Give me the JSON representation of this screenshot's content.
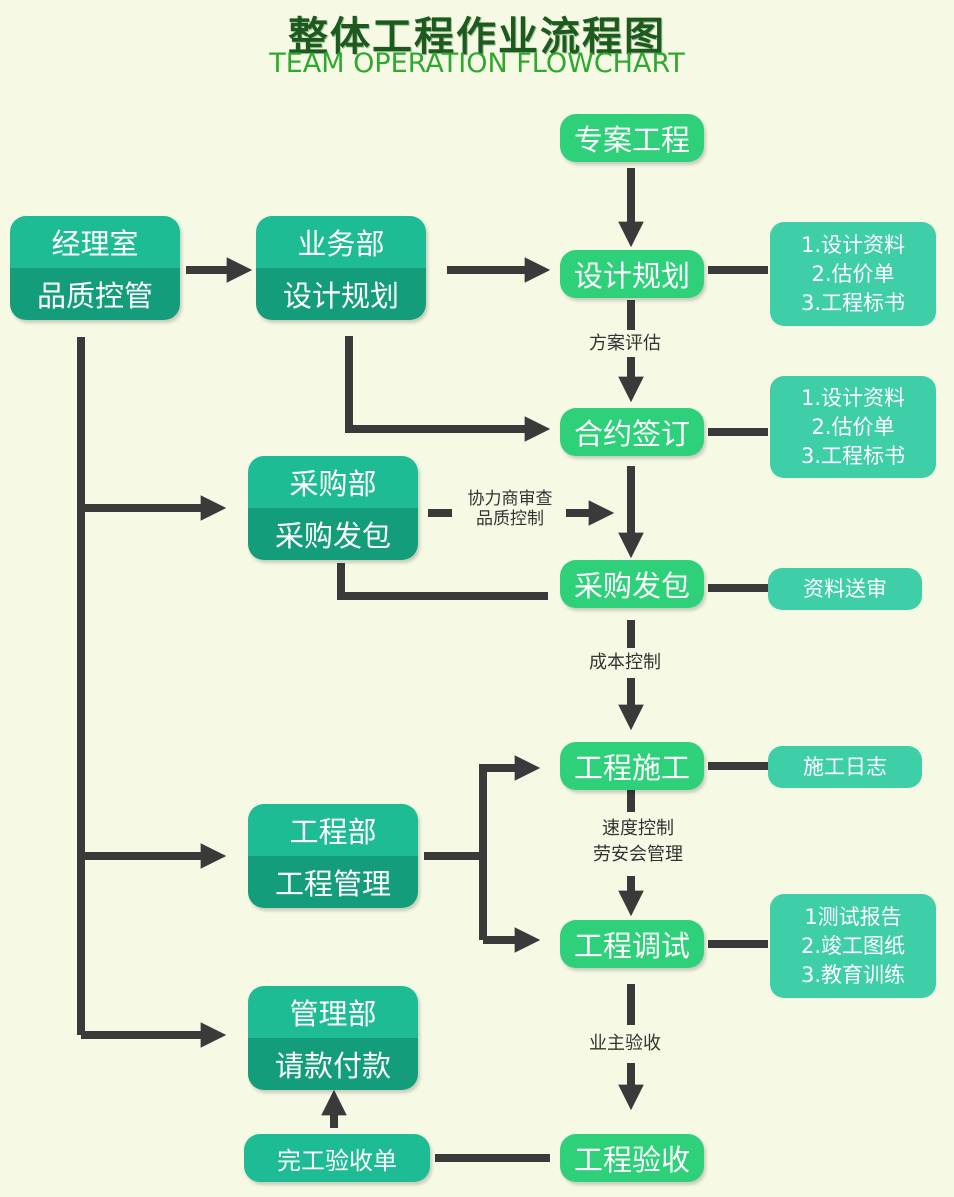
{
  "header": {
    "title": "整体工程作业流程图",
    "subtitle": "TEAM OPERATION FLOWCHART"
  },
  "departments": {
    "manager": {
      "line1": "经理室",
      "line2": "品质控管"
    },
    "business": {
      "line1": "业务部",
      "line2": "设计规划"
    },
    "purchase": {
      "line1": "采购部",
      "line2": "采购发包"
    },
    "engineering": {
      "line1": "工程部",
      "line2": "工程管理"
    },
    "management": {
      "line1": "管理部",
      "line2": "请款付款"
    }
  },
  "steps": {
    "special": "专案工程",
    "design": "设计规划",
    "contract": "合约签订",
    "procure": "采购发包",
    "construct": "工程施工",
    "debug": "工程调试",
    "accept": "工程验收",
    "completion_form": "完工验收单"
  },
  "labels": {
    "evaluate": "方案评估",
    "supplier_review": "协力商审查",
    "quality_control": "品质控制",
    "cost_control": "成本控制",
    "speed_control": "速度控制",
    "safety_management": "劳安会管理",
    "owner_acceptance": "业主验收"
  },
  "info": {
    "design_docs": [
      "1.设计资料",
      "2.估价单",
      "3.工程标书"
    ],
    "contract_docs": [
      "1.设计资料",
      "2.估价单",
      "3.工程标书"
    ],
    "procure_docs": [
      "资料送审"
    ],
    "construct_docs": [
      "施工日志"
    ],
    "debug_docs": [
      "1测试报告",
      "2.竣工图纸",
      "3.教育训练"
    ]
  },
  "colors": {
    "background": "#f6fae5",
    "title": "#1e5a1e",
    "subtitle": "#2ea82e",
    "dept_top": "#1ebc94",
    "dept_bottom": "#139d7b",
    "step": "#2ed17a",
    "info": "#3fcfa8",
    "connector": "#3a3a3a"
  }
}
